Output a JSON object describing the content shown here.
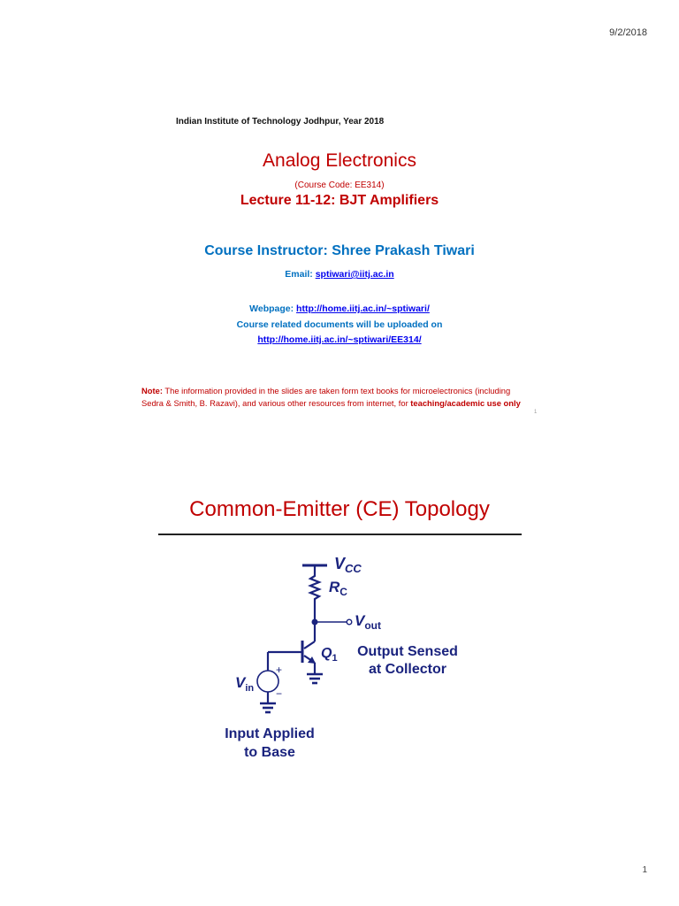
{
  "header": {
    "date": "9/2/2018"
  },
  "slide1": {
    "institute": "Indian Institute of Technology Jodhpur, Year 2018",
    "course_title": "Analog Electronics",
    "course_code": "(Course Code: EE314)",
    "lecture_title": "Lecture 11-12: BJT Amplifiers",
    "instructor": "Course Instructor: Shree Prakash Tiwari",
    "email_label": "Email: ",
    "email": "sptiwari@iitj.ac.in",
    "webpage_label": "Webpage: ",
    "webpage_url": "http://home.iitj.ac.in/~sptiwari/",
    "docs_text": "Course related documents will be uploaded on",
    "docs_url": "http://home.iitj.ac.in/~sptiwari/EE314/",
    "note_label": "Note:",
    "note_text": " The information provided in the slides are taken form text books for microelectronics (including Sedra & Smith,  B. Razavi), and various other resources from internet, for ",
    "note_emphasis": "teaching/academic use only",
    "slide_number": "1"
  },
  "slide2": {
    "title": "Common-Emitter (CE) Topology",
    "circuit": {
      "vcc_label": "V",
      "vcc_sub": "CC",
      "rc_label": "R",
      "rc_sub": "C",
      "vout_label": "V",
      "vout_sub": "out",
      "q1_label": "Q",
      "q1_sub": "1",
      "vin_label": "V",
      "vin_sub": "in",
      "plus": "+",
      "minus": "−",
      "output_note_line1": "Output Sensed",
      "output_note_line2": "at Collector",
      "input_note_line1": "Input Applied",
      "input_note_line2": "to Base",
      "wire_color": "#1a237e"
    }
  },
  "footer": {
    "page_number": "1"
  }
}
